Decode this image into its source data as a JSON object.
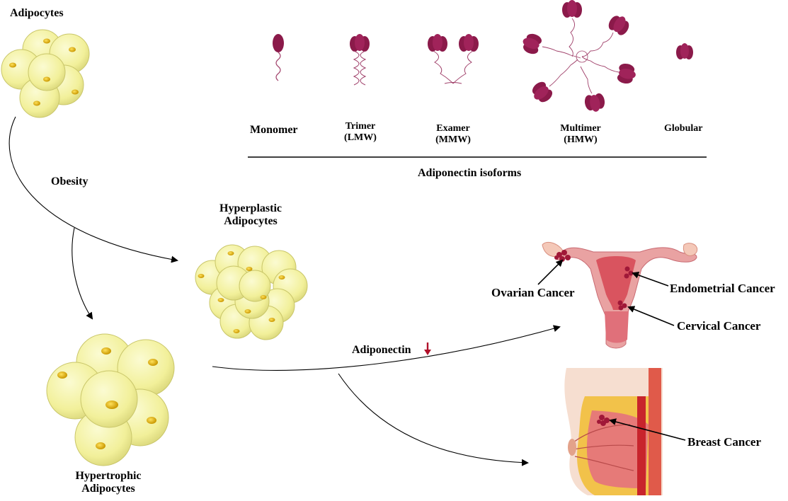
{
  "labels": {
    "adipocytes": "Adipocytes",
    "obesity": "Obesity",
    "hyperplastic_line1": "Hyperplastic",
    "hyperplastic_line2": "Adipocytes",
    "hypertrophic_line1": "Hypertrophic",
    "hypertrophic_line2": "Adipocytes",
    "adiponectin": "Adiponectin",
    "adiponectin_isoforms": "Adiponectin isoforms"
  },
  "isoforms": [
    {
      "name": "Monomer",
      "sub": ""
    },
    {
      "name": "Trimer",
      "sub": "(LMW)"
    },
    {
      "name": "Examer",
      "sub": "(MMW)"
    },
    {
      "name": "Multimer",
      "sub": "(HMW)"
    },
    {
      "name": "Globular",
      "sub": ""
    }
  ],
  "cancers": {
    "ovarian": "Ovarian Cancer",
    "endometrial": "Endometrial Cancer",
    "cervical": "Cervical Cancer",
    "breast": "Breast Cancer"
  },
  "colors": {
    "protein": "#8b1a4a",
    "adipocyte": "#f3f2a0",
    "adipocyte_stroke": "#c9c66a",
    "droplet": "#e0b400",
    "arrow_down": "#b0102a"
  }
}
